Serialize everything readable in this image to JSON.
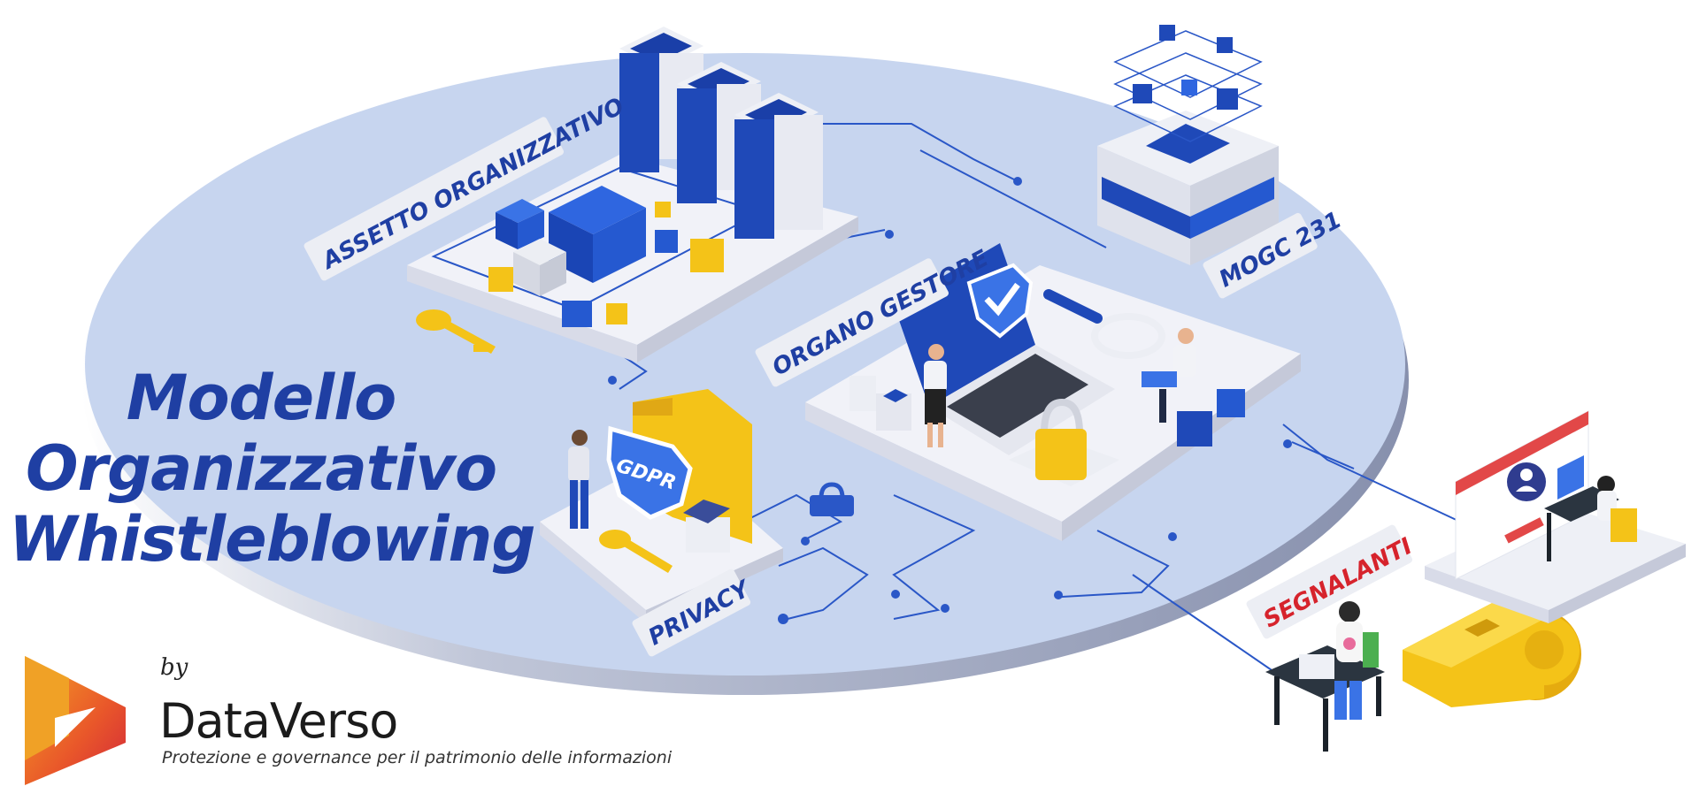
{
  "labels": {
    "assetto": "ASSETTO ORGANIZZATIVO",
    "organo": "ORGANO GESTORE",
    "mogc": "MOGC 231",
    "privacy": "PRIVACY",
    "gdpr": "GDPR",
    "segnalanti": "SEGNALANTI"
  },
  "title": {
    "line1": "Modello",
    "line2": "Organizzativo",
    "line3": "Whistleblowing"
  },
  "brand": {
    "by": "by",
    "name": "DataVerso",
    "tagline": "Protezione e governance per il patrimonio delle informazioni"
  },
  "colors": {
    "title_blue": "#1f3fa3",
    "platform": "#c7d5ef",
    "accent_yellow": "#f4c318",
    "accent_red": "#d6232c"
  },
  "icons": [
    "shield-check-icon",
    "padlock-icon",
    "key-icon",
    "whistle-icon",
    "magnifier-icon",
    "user-profile-icon",
    "folder-icon"
  ]
}
